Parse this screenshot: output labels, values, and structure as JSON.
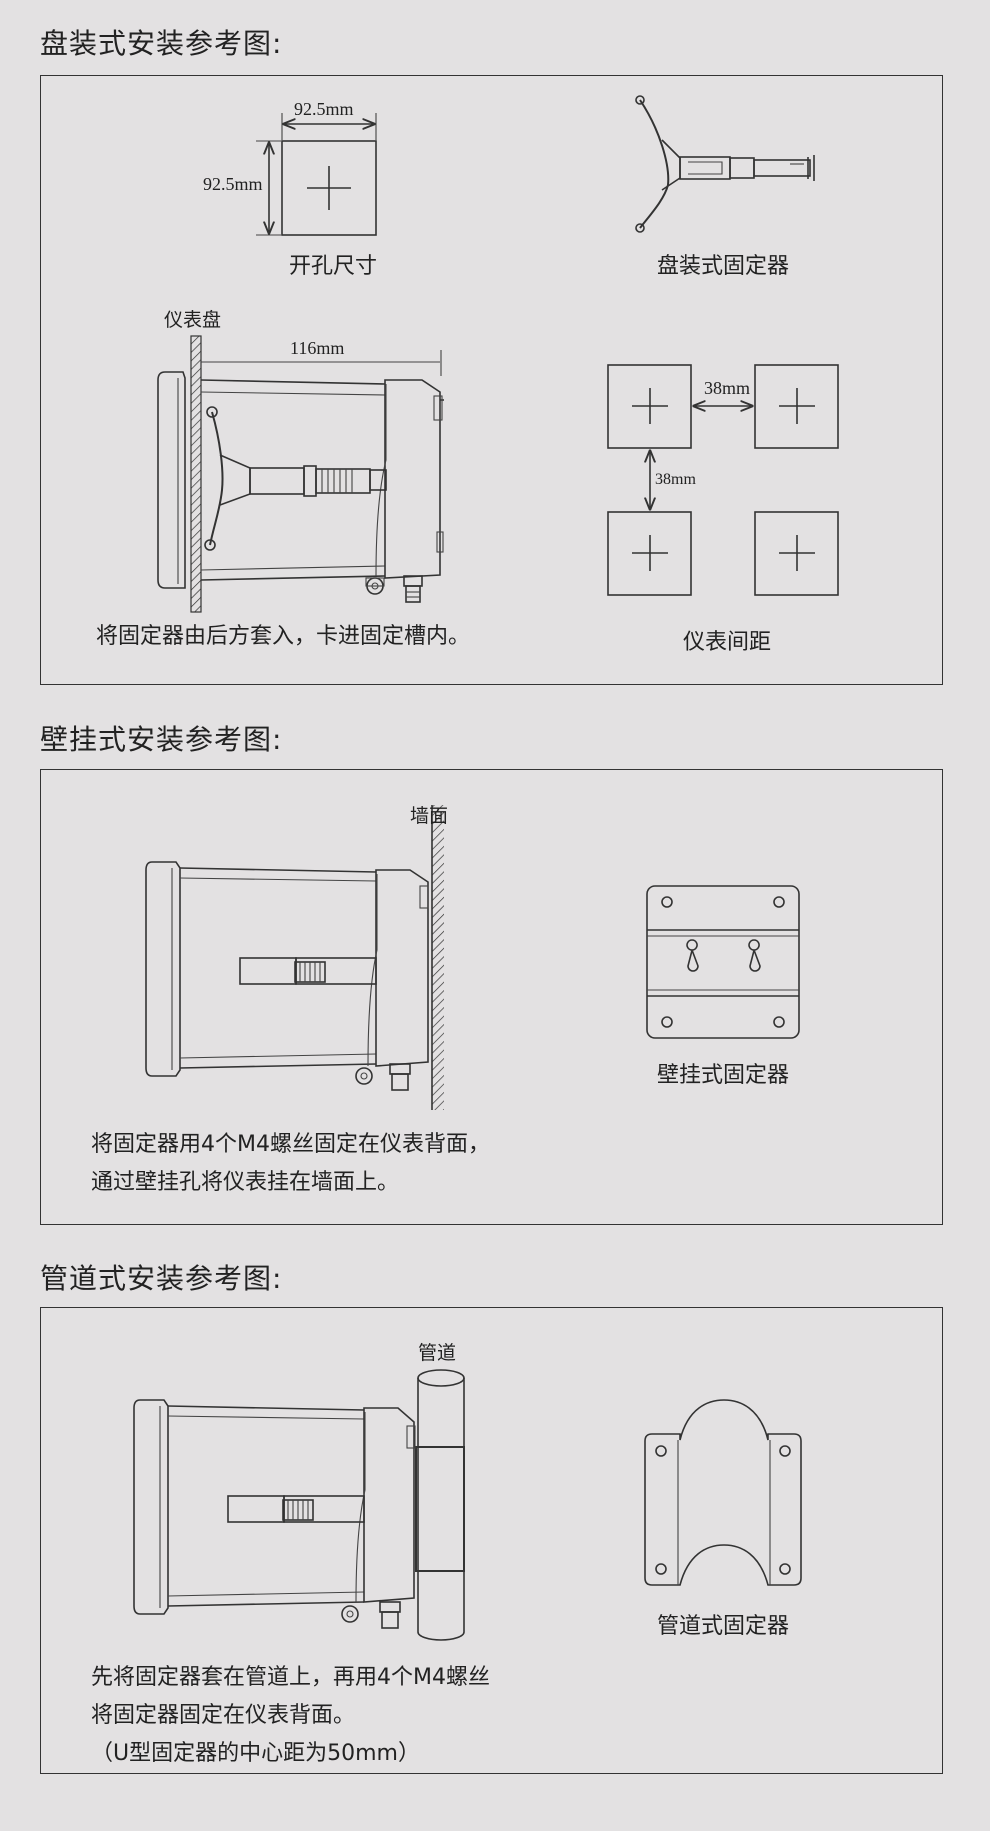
{
  "sections": [
    {
      "title": "盘装式安装参考图:",
      "cutout": {
        "width_label": "92.5mm",
        "height_label": "92.5mm",
        "caption": "开孔尺寸"
      },
      "bracket_caption": "盘装式固定器",
      "panel_label": "仪表盘",
      "depth_label": "116mm",
      "note": "将固定器由后方套入，卡进固定槽内。",
      "spacing": {
        "h_label": "38mm",
        "v_label": "38mm",
        "caption": "仪表间距"
      }
    },
    {
      "title": "壁挂式安装参考图:",
      "wall_label": "墙面",
      "bracket_caption": "壁挂式固定器",
      "note_lines": [
        "将固定器用4个M4螺丝固定在仪表背面，",
        "通过壁挂孔将仪表挂在墙面上。"
      ]
    },
    {
      "title": "管道式安装参考图:",
      "pipe_label": "管道",
      "bracket_caption": "管道式固定器",
      "note_lines": [
        "先将固定器套在管道上，再用4个M4螺丝",
        "将固定器固定在仪表背面。",
        "（U型固定器的中心距为50mm）"
      ]
    }
  ]
}
